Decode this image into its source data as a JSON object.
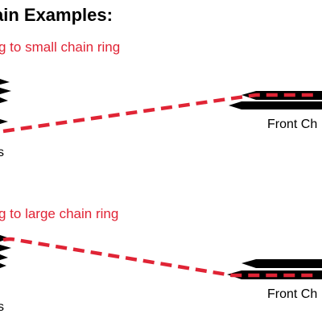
{
  "title": "ain Examples:",
  "example1": {
    "caption": "g to small chain ring",
    "front_label": "Front Ch",
    "rear_label": "s"
  },
  "example2": {
    "caption": "g to large chain ring",
    "front_label": "Front Ch",
    "rear_label": "s"
  },
  "colors": {
    "chain": "#e02435",
    "ring": "#000000",
    "text": "#000000",
    "caption": "#e02435"
  }
}
